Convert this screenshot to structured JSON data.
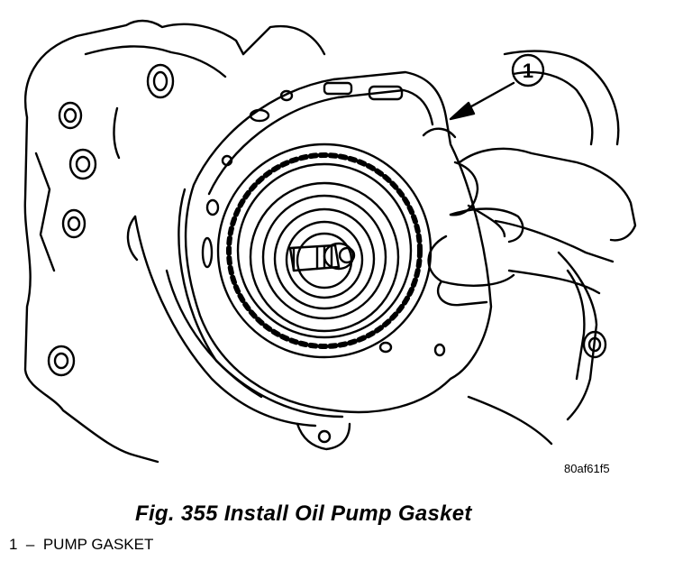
{
  "callout": {
    "number": "1"
  },
  "figure_code": "80af61f5",
  "caption": "Fig. 355 Install Oil Pump Gasket",
  "legend": [
    {
      "number": "1",
      "separator": "–",
      "label": "PUMP GASKET"
    }
  ]
}
